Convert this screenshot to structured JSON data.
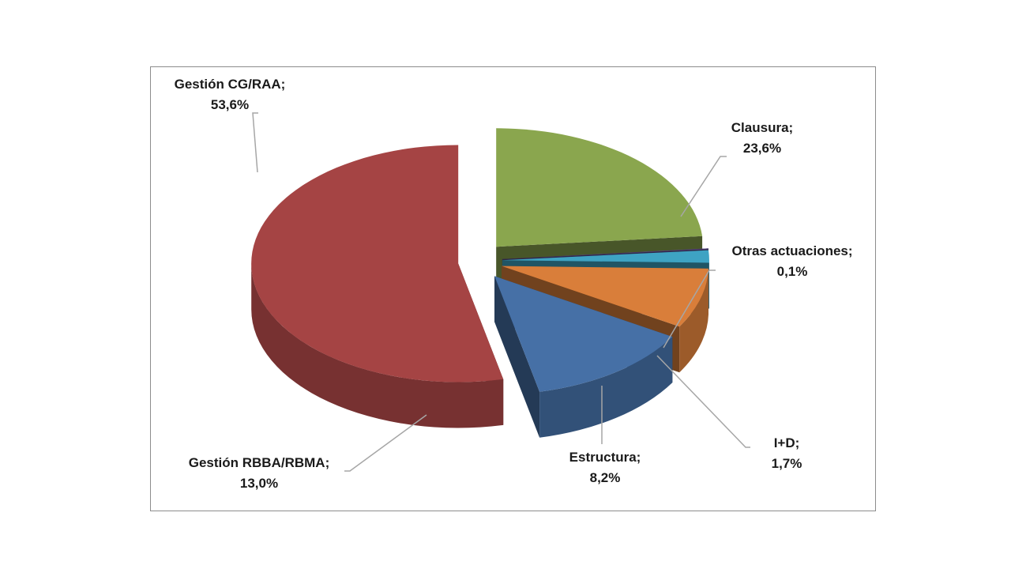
{
  "chart_data": {
    "type": "pie",
    "title": "",
    "slices": [
      {
        "label": "Clausura",
        "value": 23.6,
        "value_label": "23,6%",
        "color": "#8aa64e"
      },
      {
        "label": "Otras actuaciones",
        "value": 0.1,
        "value_label": "0,1%",
        "color": "#5b4a86"
      },
      {
        "label": "I+D",
        "value": 1.7,
        "value_label": "1,7%",
        "color": "#3ea3c3"
      },
      {
        "label": "Estructura",
        "value": 8.2,
        "value_label": "8,2%",
        "color": "#d97e3a"
      },
      {
        "label": "Gestión RBBA/RBMA",
        "value": 13.0,
        "value_label": "13,0%",
        "color": "#4670a6"
      },
      {
        "label": "Gestión CG/RAA",
        "value": 53.6,
        "value_label": "53,6%",
        "color": "#a54444"
      }
    ],
    "labels": {
      "clausura": {
        "name": "Clausura;",
        "value": "23,6%"
      },
      "otras": {
        "name": "Otras actuaciones;",
        "value": "0,1%"
      },
      "id": {
        "name": "I+D;",
        "value": "1,7%"
      },
      "estructura": {
        "name": "Estructura;",
        "value": "8,2%"
      },
      "rbba": {
        "name": "Gestión RBBA/RBMA;",
        "value": "13,0%"
      },
      "cg": {
        "name": "Gestión CG/RAA;",
        "value": "53,6%"
      }
    },
    "legend": "none",
    "style": "3d-exploded"
  }
}
